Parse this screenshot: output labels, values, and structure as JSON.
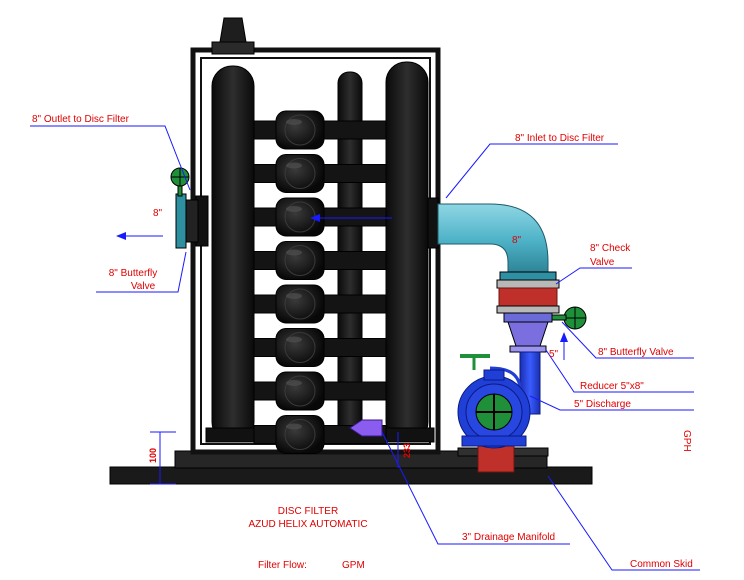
{
  "labels": {
    "outlet": "8\" Outlet to Disc Filter",
    "outlet_size": "8\"",
    "butterfly_left_1": "8\" Butterfly",
    "butterfly_left_2": "Valve",
    "inlet": "8\" Inlet to Disc Filter",
    "elbow_size": "8\"",
    "check_1": "8\" Check",
    "check_2": "Valve",
    "pipe_5": "5\"",
    "butterfly_right": "8\" Butterfly Valve",
    "reducer": "Reducer 5\"x8\"",
    "discharge": "5\" Discharge",
    "drainage": "3\" Drainage Manifold",
    "skid": "Common Skid",
    "dim_100": "100",
    "dim_233": "233",
    "side_mark": "GPH"
  },
  "title": {
    "line1": "DISC FILTER",
    "line2": "AZUD HELIX AUTOMATIC",
    "flow_label": "Filter Flow:",
    "flow_unit": "GPM"
  },
  "colors": {
    "annotation": "#e00000",
    "leader": "#1a1aff",
    "frame": "#111111",
    "pipe_teal": "#4fb3c8",
    "pump_blue": "#1f3fd6",
    "valve_green": "#1f8f3a",
    "check_red": "#c0302a"
  },
  "filter_discs": 8
}
